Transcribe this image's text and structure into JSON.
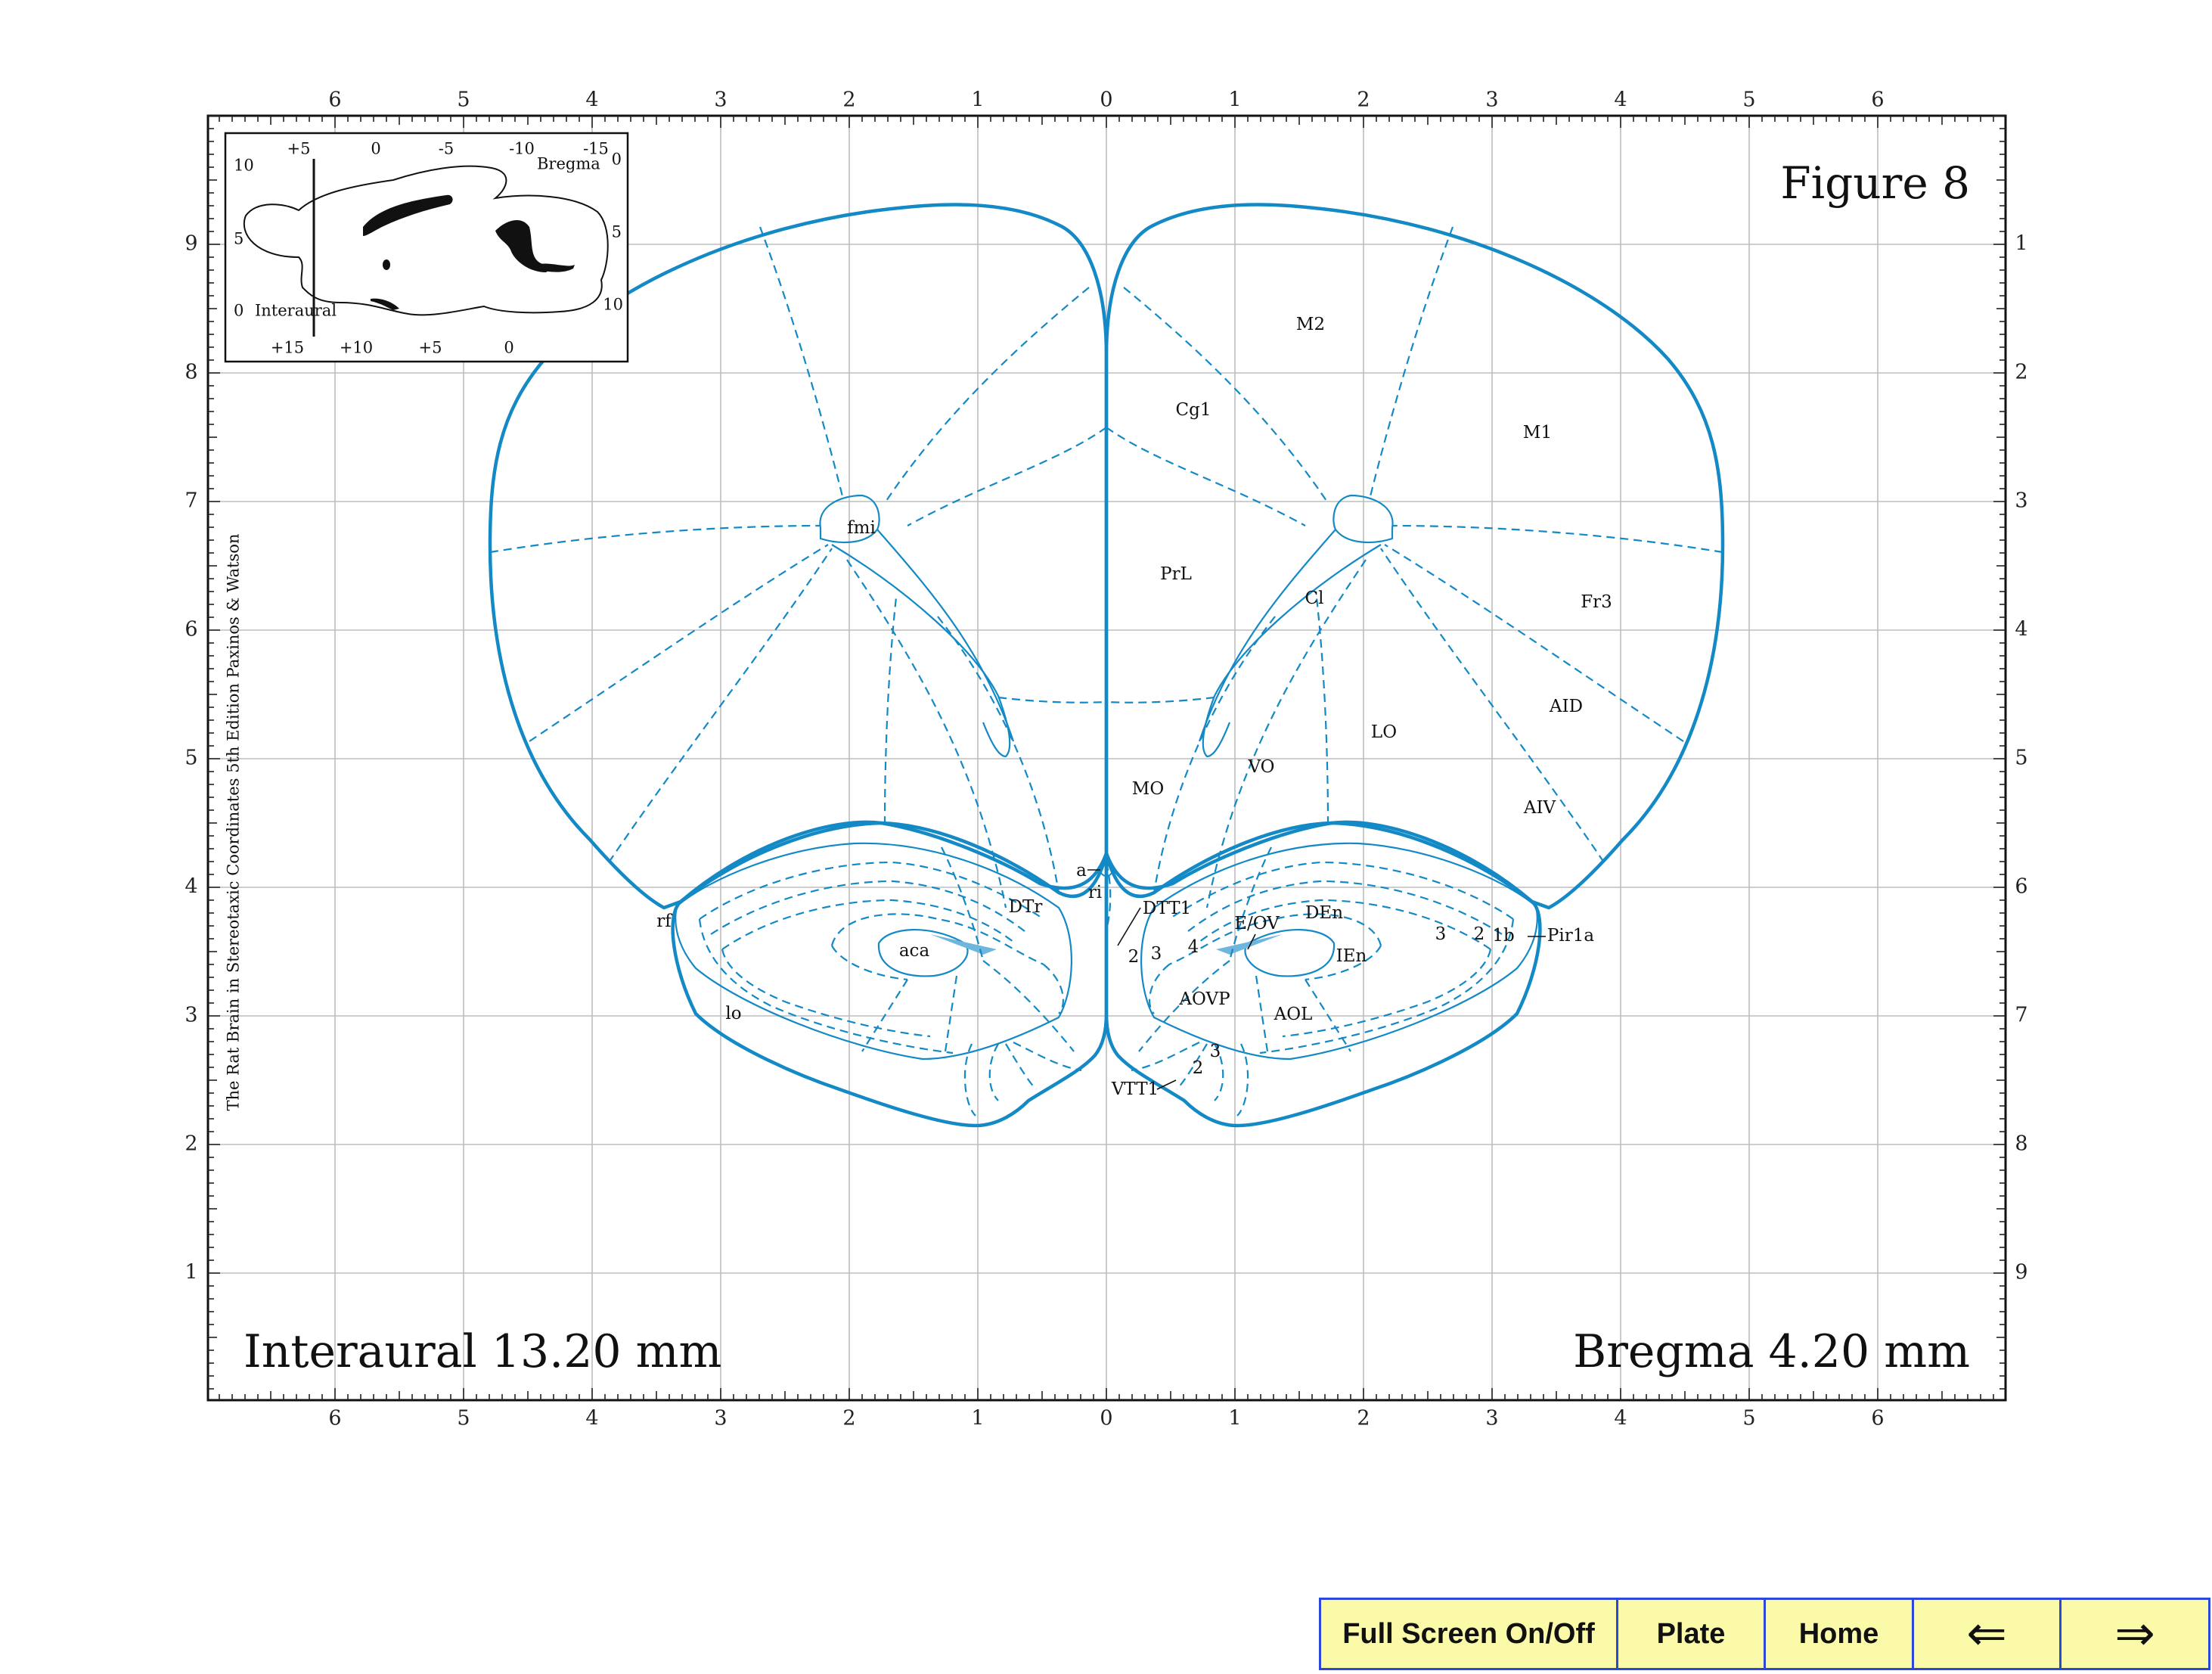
{
  "figure": {
    "title": "Figure 8",
    "interaural": "Interaural 13.20 mm",
    "bregma": "Bregma 4.20 mm",
    "side_caption": "The Rat Brain in Stereotaxic Coordinates  5th Edition  Paxinos & Watson"
  },
  "axes": {
    "top_bottom_labels": [
      "6",
      "5",
      "4",
      "3",
      "2",
      "1",
      "0",
      "1",
      "2",
      "3",
      "4",
      "5",
      "6"
    ],
    "left_labels": [
      "9",
      "8",
      "7",
      "6",
      "5",
      "4",
      "3",
      "2",
      "1"
    ],
    "right_labels": [
      "1",
      "2",
      "3",
      "4",
      "5",
      "6",
      "7",
      "8",
      "9"
    ]
  },
  "inset": {
    "top_labels": [
      "+5",
      "0",
      "-5",
      "-10",
      "-15"
    ],
    "bottom_labels": [
      "+15",
      "+10",
      "+5",
      "0"
    ],
    "left_labels": [
      "10",
      "5",
      "0"
    ],
    "right_labels": [
      "0",
      "5",
      "10"
    ],
    "bregma_label": "Bregma",
    "interaural_label": "Interaural"
  },
  "regions": {
    "M2": "M2",
    "M1": "M1",
    "Cg1": "Cg1",
    "PrL": "PrL",
    "fmi": "fmi",
    "Cl": "Cl",
    "Fr3": "Fr3",
    "AID": "AID",
    "LO": "LO",
    "VO": "VO",
    "MO": "MO",
    "AIV": "AIV",
    "a": "a",
    "ri": "ri",
    "DTr": "DTr",
    "DTT1": "DTT1",
    "E_OV": "E/OV",
    "DEn": "DEn",
    "rf": "rf",
    "aca": "aca",
    "n2_left": "2",
    "n3_left": "3",
    "n4": "4",
    "IEn": "IEn",
    "n3_right": "3",
    "n2_right": "2",
    "n1b": "1b",
    "Pir1a": "Pir1a",
    "lo": "lo",
    "AOVP": "AOVP",
    "AOL": "AOL",
    "n3_bottom": "3",
    "n2_bottom": "2",
    "VTT1": "VTT1"
  },
  "nav": {
    "fullscreen": "Full Screen On/Off",
    "plate": "Plate",
    "home": "Home",
    "prev": "⇐",
    "next": "⇒"
  },
  "colors": {
    "brain_outline": "#1389c6",
    "nav_background": "#fbfaa8",
    "nav_border": "#2b48d8"
  }
}
